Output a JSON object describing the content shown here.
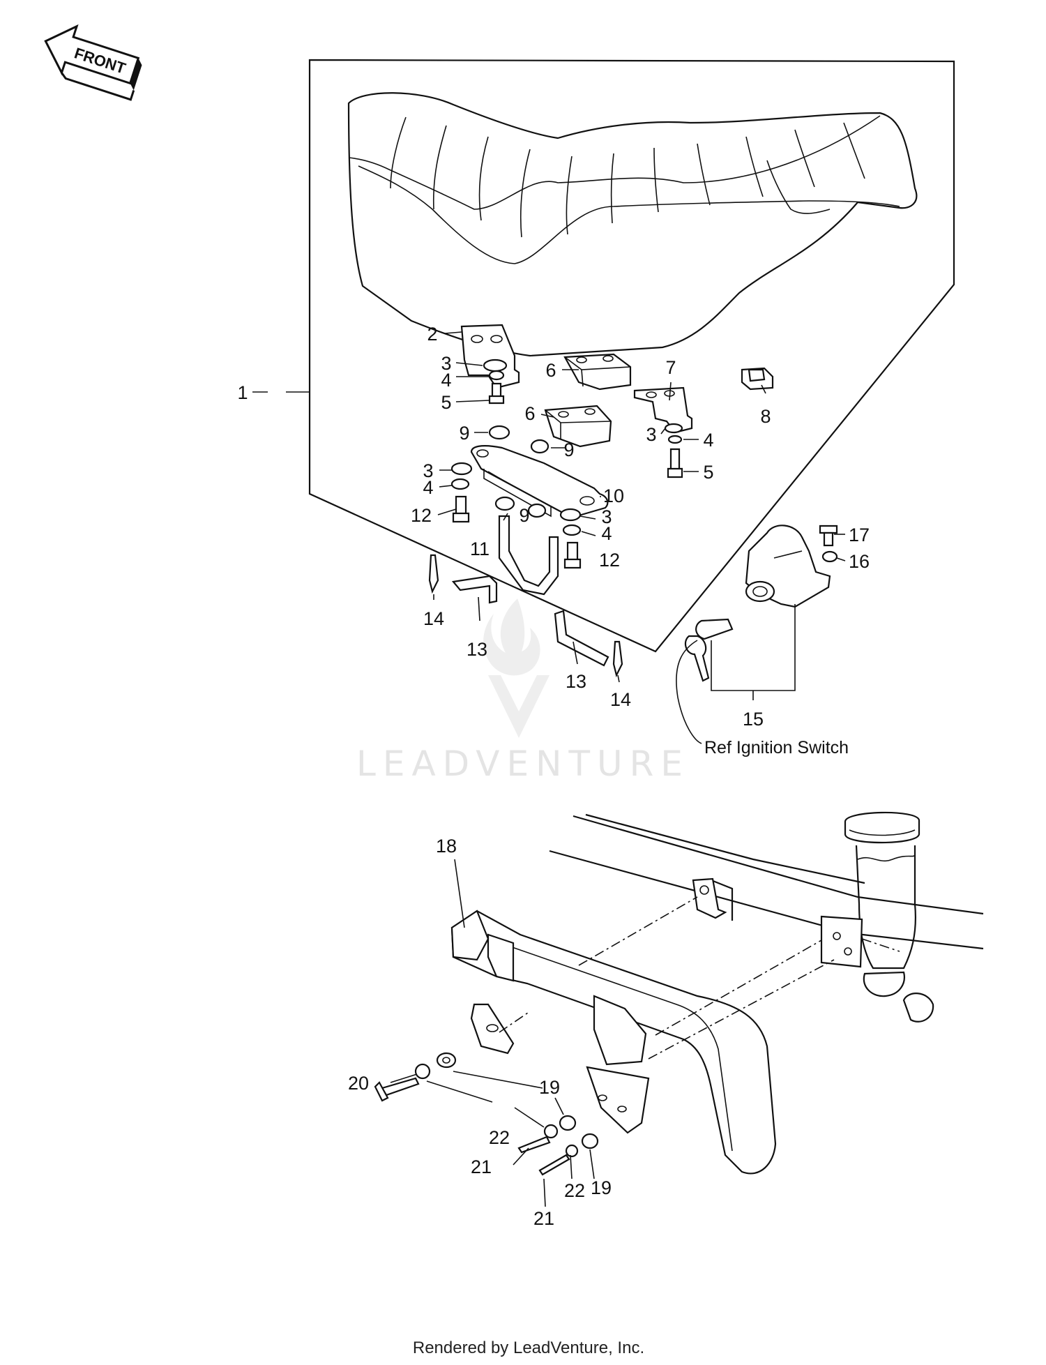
{
  "front_arrow": {
    "label": "FRONT"
  },
  "watermark": {
    "text": "LEADVENTURE"
  },
  "footer": {
    "text": "Rendered by LeadVenture, Inc."
  },
  "reference_note": {
    "text": "Ref  Ignition Switch"
  },
  "callouts": [
    {
      "id": "c1",
      "text": "1"
    },
    {
      "id": "c2",
      "text": "2"
    },
    {
      "id": "c3a",
      "text": "3"
    },
    {
      "id": "c4a",
      "text": "4"
    },
    {
      "id": "c5a",
      "text": "5"
    },
    {
      "id": "c6a",
      "text": "6"
    },
    {
      "id": "c7",
      "text": "7"
    },
    {
      "id": "c8",
      "text": "8"
    },
    {
      "id": "c6b",
      "text": "6"
    },
    {
      "id": "c9a",
      "text": "9"
    },
    {
      "id": "c9b",
      "text": "9"
    },
    {
      "id": "c3b",
      "text": "3"
    },
    {
      "id": "c4b",
      "text": "4"
    },
    {
      "id": "c5b",
      "text": "5"
    },
    {
      "id": "c3c",
      "text": "3"
    },
    {
      "id": "c4c",
      "text": "4"
    },
    {
      "id": "c10",
      "text": "10"
    },
    {
      "id": "c12a",
      "text": "12"
    },
    {
      "id": "c9c",
      "text": "9"
    },
    {
      "id": "c3d",
      "text": "3"
    },
    {
      "id": "c4d",
      "text": "4"
    },
    {
      "id": "c11",
      "text": "11"
    },
    {
      "id": "c12b",
      "text": "12"
    },
    {
      "id": "c17",
      "text": "17"
    },
    {
      "id": "c16",
      "text": "16"
    },
    {
      "id": "c14a",
      "text": "14"
    },
    {
      "id": "c13a",
      "text": "13"
    },
    {
      "id": "c13b",
      "text": "13"
    },
    {
      "id": "c14b",
      "text": "14"
    },
    {
      "id": "c15",
      "text": "15"
    },
    {
      "id": "c18",
      "text": "18"
    },
    {
      "id": "c20",
      "text": "20"
    },
    {
      "id": "c19a",
      "text": "19"
    },
    {
      "id": "c22a",
      "text": "22"
    },
    {
      "id": "c19b",
      "text": "19"
    },
    {
      "id": "c21a",
      "text": "21"
    },
    {
      "id": "c22b",
      "text": "22"
    },
    {
      "id": "c21b",
      "text": "21"
    }
  ]
}
